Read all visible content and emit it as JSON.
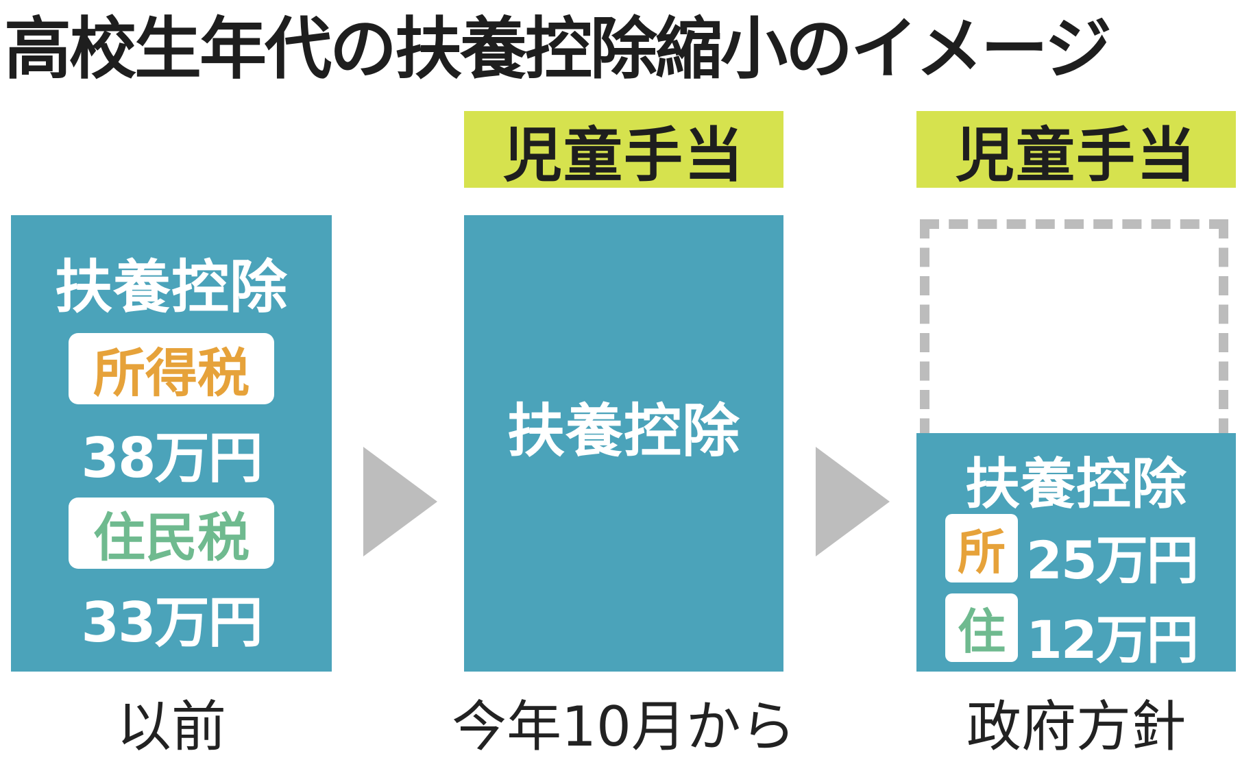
{
  "title": "高校生年代の扶養控除縮小のイメージ",
  "columns": [
    {
      "header": "",
      "block_label": "扶養控除",
      "taxes": [
        {
          "label": "所得税",
          "amount": "38万円"
        },
        {
          "label": "住民税",
          "amount": "33万円"
        }
      ],
      "caption": "以前"
    },
    {
      "header": "児童手当",
      "block_label": "扶養控除",
      "caption": "今年10月から"
    },
    {
      "header": "児童手当",
      "block_label": "扶養控除",
      "taxes": [
        {
          "label": "所",
          "amount": "25万円"
        },
        {
          "label": "住",
          "amount": "12万円"
        }
      ],
      "caption": "政府方針"
    }
  ],
  "colors": {
    "teal_block": "#4ba3ba",
    "yellow_label": "#d6e24e",
    "income_tax_text": "#e6a23a",
    "resident_tax_text": "#6fba8f",
    "arrow": "#bdbdbd",
    "dashed_outline": "#bcbcbc"
  },
  "icons": [
    "arrow-right-icon",
    "arrow-right-icon"
  ]
}
